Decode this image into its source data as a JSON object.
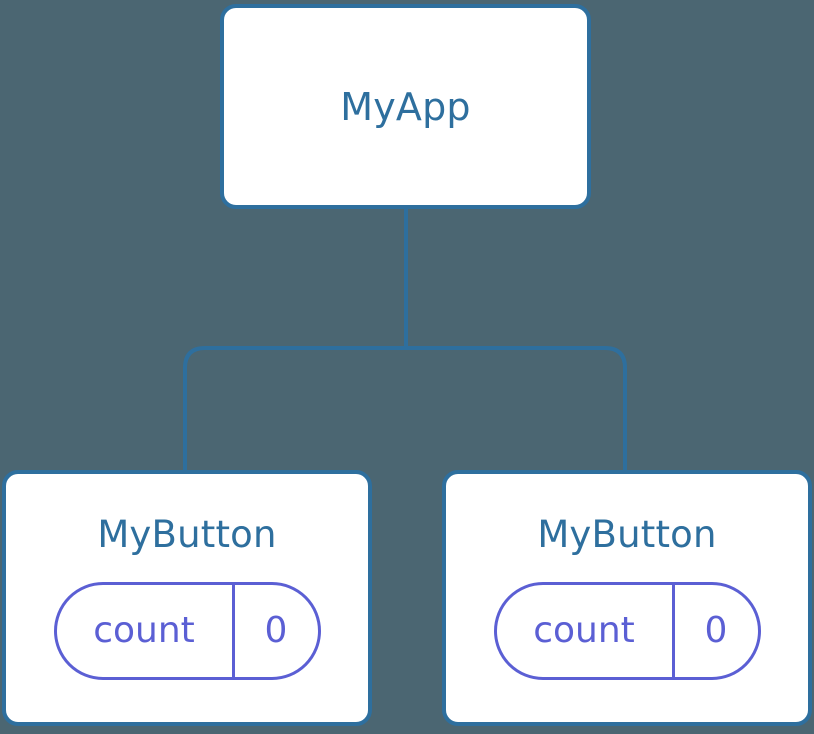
{
  "canvas": {
    "background_color": "#4b6672",
    "node_border_color": "#2e6f9e",
    "node_text_color": "#2e6f9e",
    "node_fill_color": "#ffffff",
    "edge_color": "#2e6f9e",
    "state_pill_color": "#5b5fd4"
  },
  "tree": {
    "root": {
      "label": "MyApp"
    },
    "children": [
      {
        "label": "MyButton",
        "state": {
          "key": "count",
          "value": "0"
        }
      },
      {
        "label": "MyButton",
        "state": {
          "key": "count",
          "value": "0"
        }
      }
    ]
  }
}
